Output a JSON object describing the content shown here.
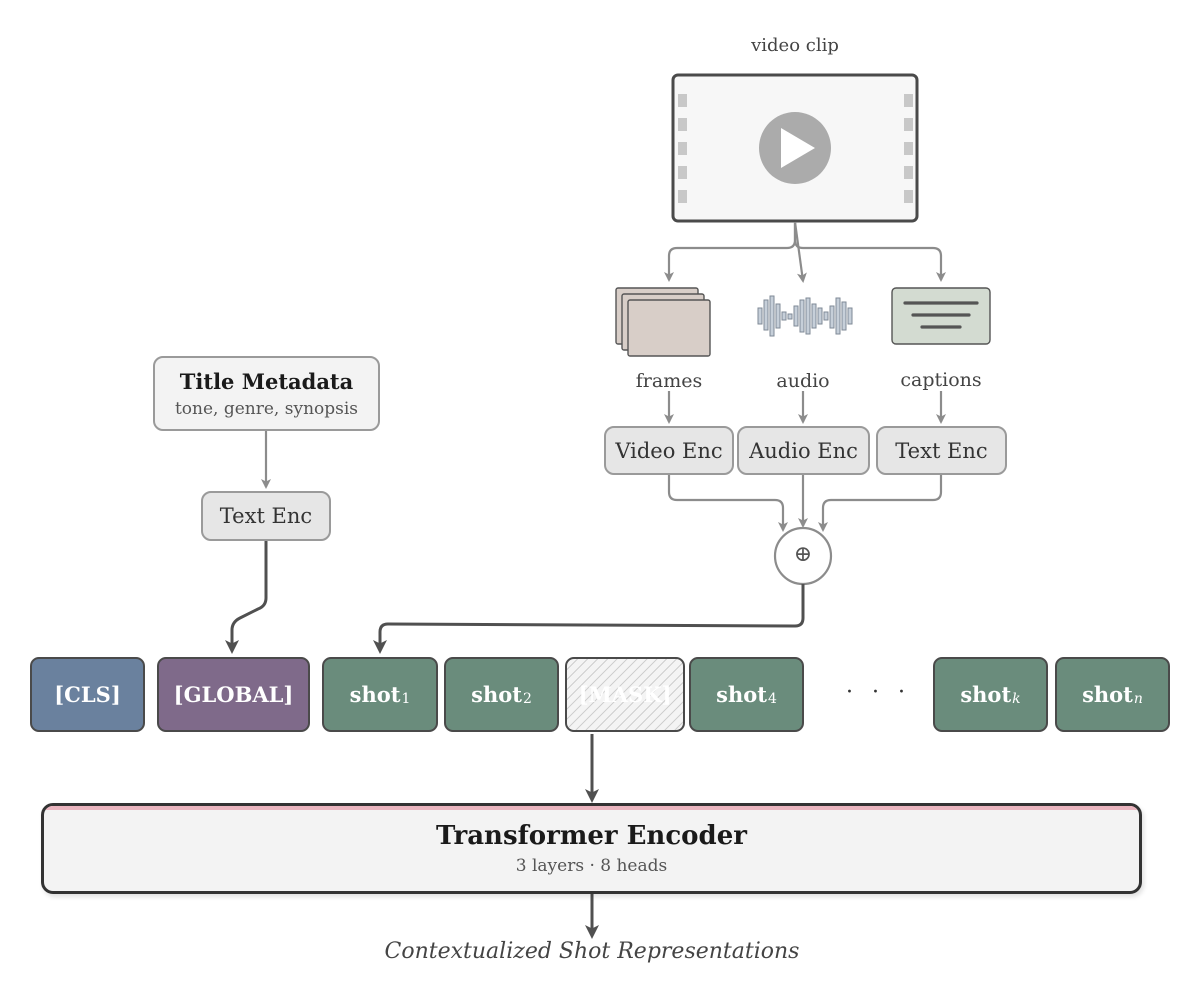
{
  "video_clip": {
    "label": "video clip"
  },
  "modalities": [
    {
      "icon": "frames-stack-icon",
      "label": "frames",
      "encoder": "Video Enc"
    },
    {
      "icon": "audio-waveform-icon",
      "label": "audio",
      "encoder": "Audio Enc"
    },
    {
      "icon": "captions-icon",
      "label": "captions",
      "encoder": "Text Enc"
    }
  ],
  "fusion": {
    "symbol": "⊕"
  },
  "title_metadata": {
    "title": "Title Metadata",
    "subtitle": "tone, genre, synopsis",
    "encoder": "Text Enc"
  },
  "tokens": [
    {
      "kind": "cls",
      "text": "[CLS]",
      "sub": ""
    },
    {
      "kind": "global",
      "text": "[GLOBAL]",
      "sub": ""
    },
    {
      "kind": "shot",
      "text": "shot",
      "sub": "1"
    },
    {
      "kind": "shot",
      "text": "shot",
      "sub": "2"
    },
    {
      "kind": "mask",
      "text": "[MASK]",
      "sub": ""
    },
    {
      "kind": "shot",
      "text": "shot",
      "sub": "4"
    },
    {
      "kind": "shot",
      "text": "shot",
      "sub": "k"
    },
    {
      "kind": "shot",
      "text": "shot",
      "sub": "n"
    }
  ],
  "ellipsis": "· · ·",
  "transformer": {
    "title": "Transformer Encoder",
    "subtitle": "3 layers · 8 heads"
  },
  "output": {
    "label": "Contextualized Shot Representations"
  },
  "colors": {
    "cls": "#6a819e",
    "global": "#7f6a8a",
    "shot": "#6a8c7c",
    "arrow_light": "#8c8c8c",
    "arrow_dark": "#505050"
  }
}
